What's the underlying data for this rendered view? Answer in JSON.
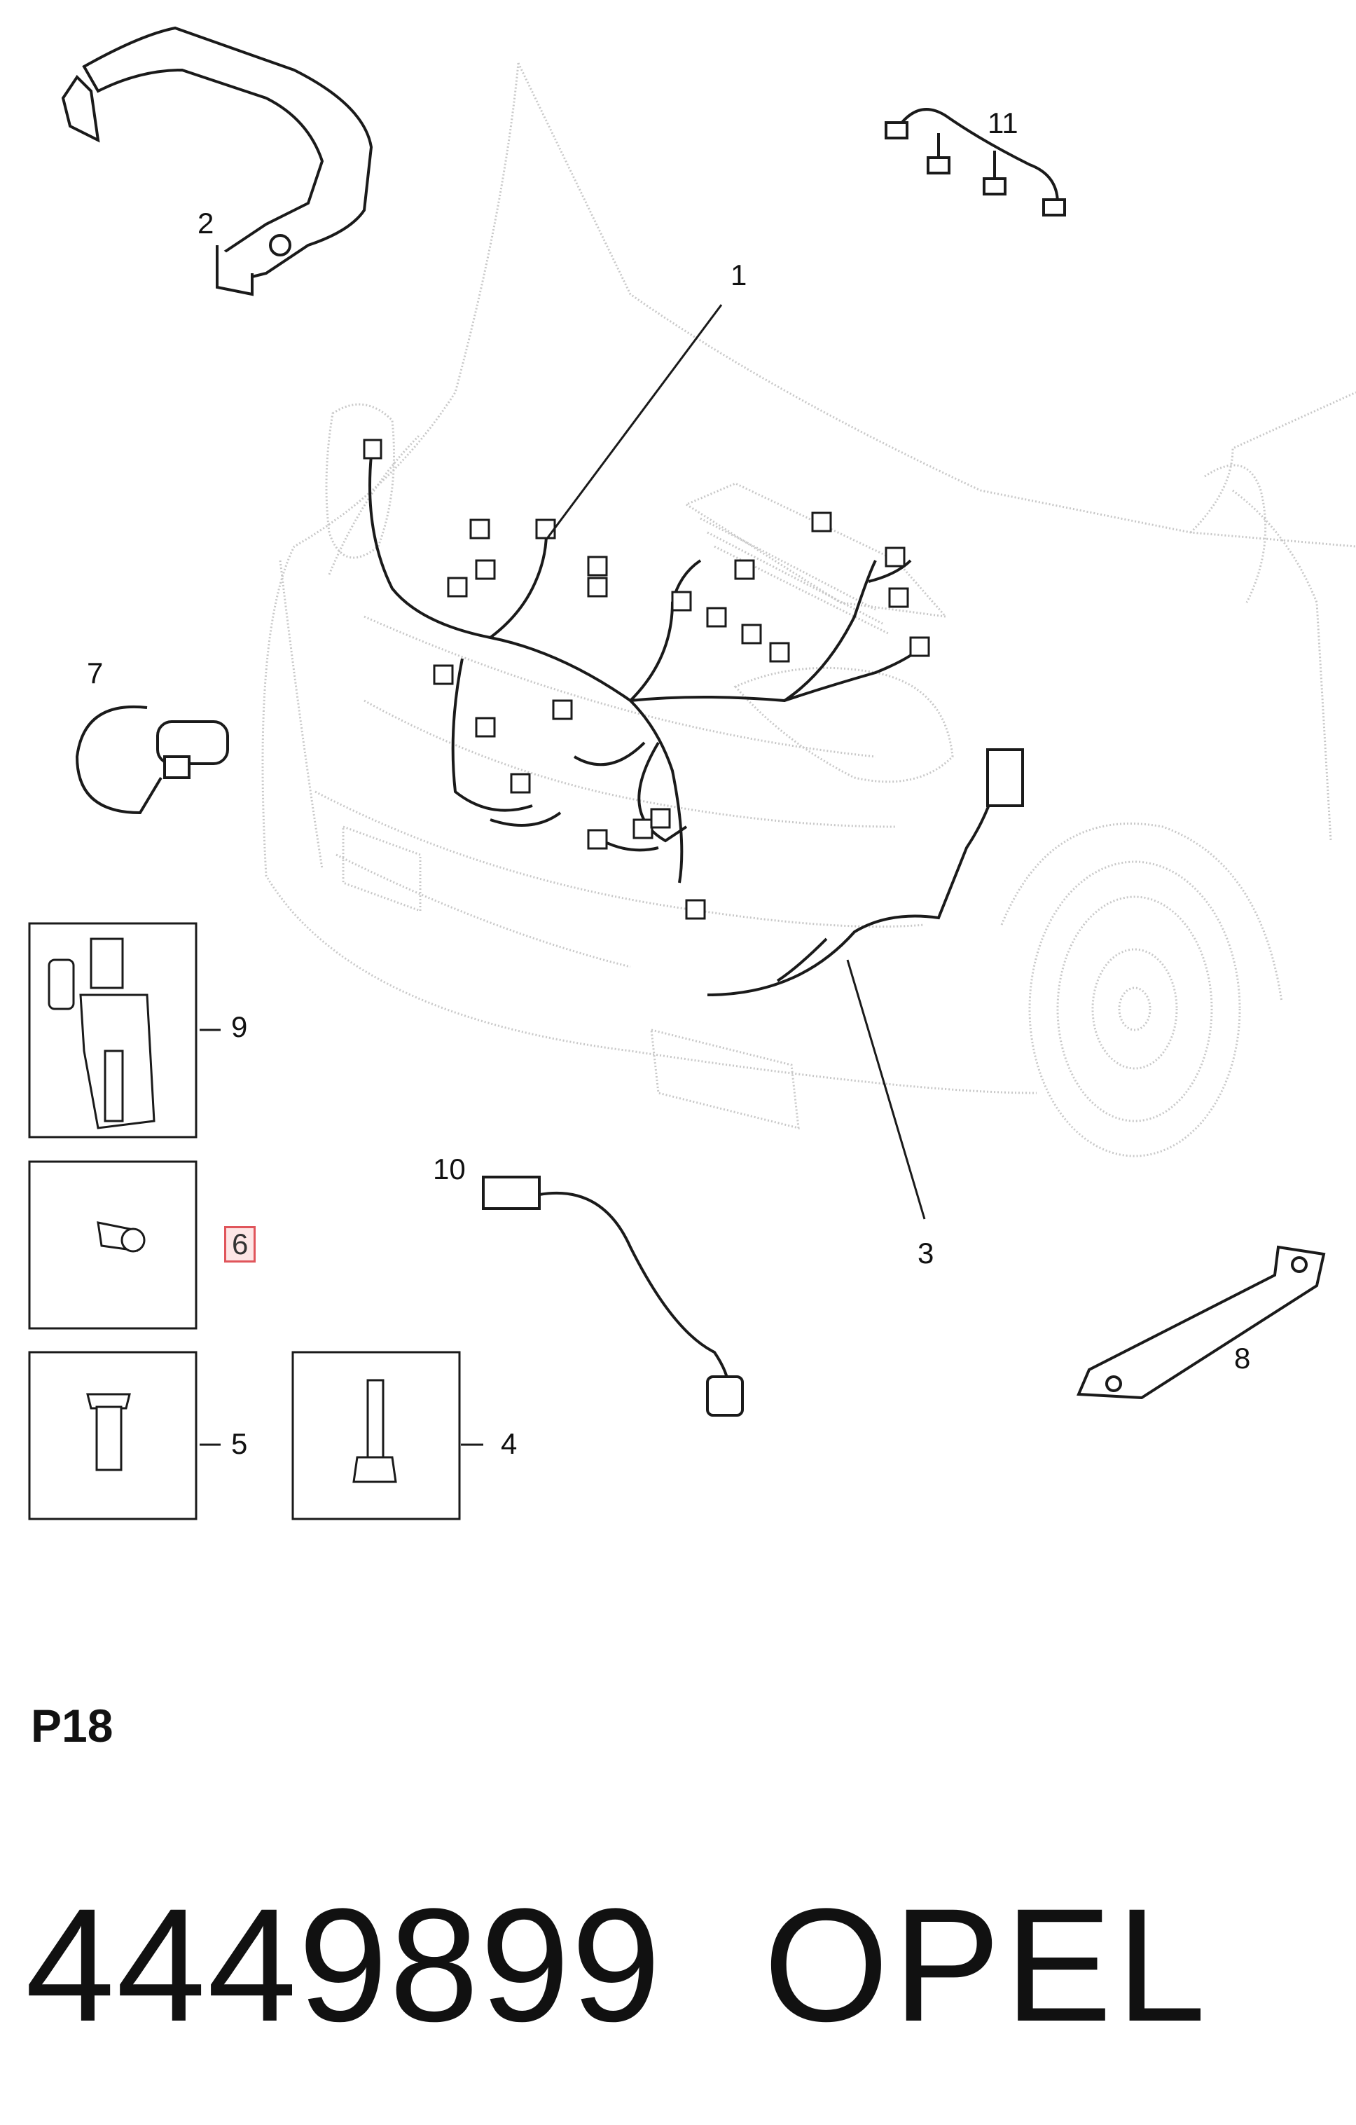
{
  "callouts": {
    "c1": "1",
    "c2": "2",
    "c3": "3",
    "c4": "4",
    "c5": "5",
    "c6": "6",
    "c7": "7",
    "c8": "8",
    "c9": "9",
    "c10": "10",
    "c11": "11"
  },
  "highlighted_callout": "6",
  "footer": {
    "page_ref": "P18",
    "part_number": "4449899",
    "brand": "OPEL"
  },
  "colors": {
    "line_art": "#1a1a1a",
    "ghost_vehicle": "#c8c8c8",
    "highlight_border": "#e0555b",
    "highlight_fill": "#fde6e6"
  }
}
